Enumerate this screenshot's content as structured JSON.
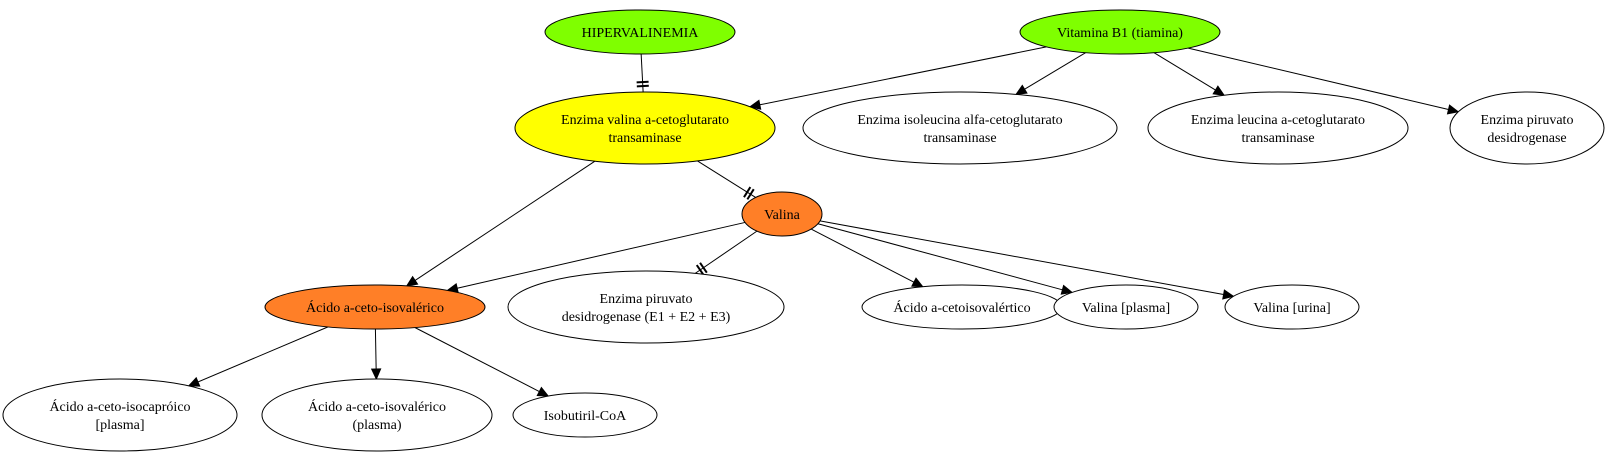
{
  "colors": {
    "green": "#7fff00",
    "yellow": "#ffff00",
    "orange": "#ff7f27",
    "white": "#ffffff",
    "line": "#000000"
  },
  "nodes": {
    "hipervalinemia": {
      "lines": [
        "HIPERVALINEMIA"
      ],
      "fill": "green"
    },
    "vitamina_b1": {
      "lines": [
        "Vitamina B1 (tiamina)"
      ],
      "fill": "green"
    },
    "enzima_valina": {
      "lines": [
        "Enzima valina a-cetoglutarato",
        "transaminase"
      ],
      "fill": "yellow"
    },
    "enzima_isoleucina": {
      "lines": [
        "Enzima isoleucina alfa-cetoglutarato",
        "transaminase"
      ],
      "fill": "white"
    },
    "enzima_leucina": {
      "lines": [
        "Enzima leucina a-cetoglutarato",
        "transaminase"
      ],
      "fill": "white"
    },
    "enzima_piruvato_1": {
      "lines": [
        "Enzima piruvato",
        "desidrogenase"
      ],
      "fill": "white"
    },
    "valina": {
      "lines": [
        "Valina"
      ],
      "fill": "orange"
    },
    "acido_ceto_isovalerico": {
      "lines": [
        "Ácido a-ceto-isovalérico"
      ],
      "fill": "orange"
    },
    "enzima_piruvato_2": {
      "lines": [
        "Enzima piruvato",
        "desidrogenase (E1 + E2 + E3)"
      ],
      "fill": "white"
    },
    "acido_cetoisovalertico": {
      "lines": [
        "Ácido a-cetoisovalértico"
      ],
      "fill": "white"
    },
    "valina_plasma": {
      "lines": [
        "Valina [plasma]"
      ],
      "fill": "white"
    },
    "valina_urina": {
      "lines": [
        "Valina [urina]"
      ],
      "fill": "white"
    },
    "acido_isocaproico": {
      "lines": [
        "Ácido a-ceto-isocapróico",
        "[plasma]"
      ],
      "fill": "white"
    },
    "acido_isovalerico_plasma": {
      "lines": [
        "Ácido a-ceto-isovalérico",
        "(plasma)"
      ],
      "fill": "white"
    },
    "isobutiril_coa": {
      "lines": [
        "Isobutiril-CoA"
      ],
      "fill": "white"
    }
  },
  "edges": [
    {
      "from": "hipervalinemia",
      "to": "enzima_valina",
      "head": "tee"
    },
    {
      "from": "vitamina_b1",
      "to": "enzima_valina",
      "head": "arrow"
    },
    {
      "from": "vitamina_b1",
      "to": "enzima_isoleucina",
      "head": "arrow"
    },
    {
      "from": "vitamina_b1",
      "to": "enzima_leucina",
      "head": "arrow"
    },
    {
      "from": "vitamina_b1",
      "to": "enzima_piruvato_1",
      "head": "arrow"
    },
    {
      "from": "enzima_valina",
      "to": "valina",
      "head": "tee"
    },
    {
      "from": "enzima_valina",
      "to": "acido_ceto_isovalerico",
      "head": "arrow"
    },
    {
      "from": "valina",
      "to": "acido_ceto_isovalerico",
      "head": "arrow"
    },
    {
      "from": "valina",
      "to": "enzima_piruvato_2",
      "head": "tee"
    },
    {
      "from": "valina",
      "to": "acido_cetoisovalertico",
      "head": "arrow"
    },
    {
      "from": "valina",
      "to": "valina_plasma",
      "head": "arrow"
    },
    {
      "from": "valina",
      "to": "valina_urina",
      "head": "arrow"
    },
    {
      "from": "acido_ceto_isovalerico",
      "to": "acido_isocaproico",
      "head": "arrow"
    },
    {
      "from": "acido_ceto_isovalerico",
      "to": "acido_isovalerico_plasma",
      "head": "arrow"
    },
    {
      "from": "acido_ceto_isovalerico",
      "to": "isobutiril_coa",
      "head": "arrow"
    }
  ]
}
